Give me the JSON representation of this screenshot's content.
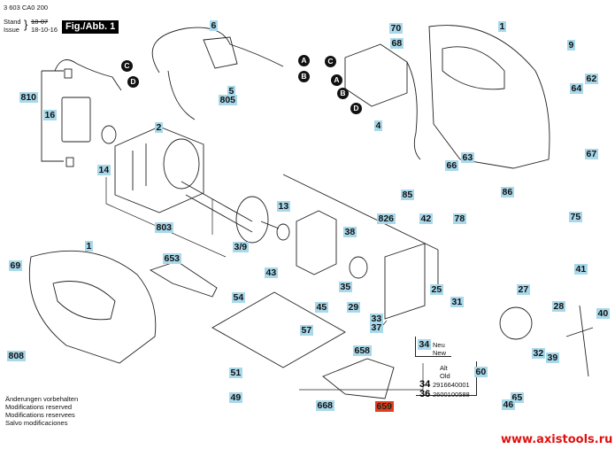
{
  "header": {
    "part_number": "3 603 CA0 200",
    "stand_label": "Stand",
    "issue_label": "Issue",
    "stand_date_struck": "18-07",
    "issue_date": "18-10-16",
    "figure_label": "Fig./Abb. 1"
  },
  "notes": {
    "lines": [
      "Änderungen vorbehalten",
      "Modifications reserved",
      "Modifications reservees",
      "Salvo modificaciones"
    ]
  },
  "replacement_table": {
    "new": {
      "number": "34",
      "label1": "Neu",
      "label2": "New"
    },
    "old_header1": "Alt",
    "old_header2": "Old",
    "rows": [
      {
        "number": "34",
        "part": "2916640001"
      },
      {
        "number": "36",
        "part": "2600100588"
      }
    ]
  },
  "connectors": [
    "A",
    "B",
    "C",
    "D"
  ],
  "callouts": {
    "l1_top": "1",
    "l1_left": "1",
    "l2": "2",
    "l3_9": "3/9",
    "l4": "4",
    "l5": "5",
    "l805": "805",
    "l6": "6",
    "l9": "9",
    "l13": "13",
    "l14": "14",
    "l16": "16",
    "l25": "25",
    "l27": "27",
    "l28": "28",
    "l29": "29",
    "l31": "31",
    "l32": "32",
    "l33": "33",
    "l35": "35",
    "l37": "37",
    "l38": "38",
    "l39": "39",
    "l40": "40",
    "l41": "41",
    "l42": "42",
    "l43": "43",
    "l45": "45",
    "l46": "46",
    "l49": "49",
    "l51": "51",
    "l54": "54",
    "l57": "57",
    "l60": "60",
    "l62": "62",
    "l63": "63",
    "l64": "64",
    "l65": "65",
    "l66": "66",
    "l67": "67",
    "l68": "68",
    "l69": "69",
    "l70": "70",
    "l75": "75",
    "l78": "78",
    "l85": "85",
    "l86": "86",
    "l653": "653",
    "l658": "658",
    "l659": "659",
    "l668": "668",
    "l803": "803",
    "l808": "808",
    "l810": "810",
    "l826": "826"
  },
  "colors": {
    "callout_bg": "#a8d8ea",
    "highlight_bg": "#e0401a",
    "watermark": "#e01010"
  },
  "watermark": "www.axistools.ru"
}
